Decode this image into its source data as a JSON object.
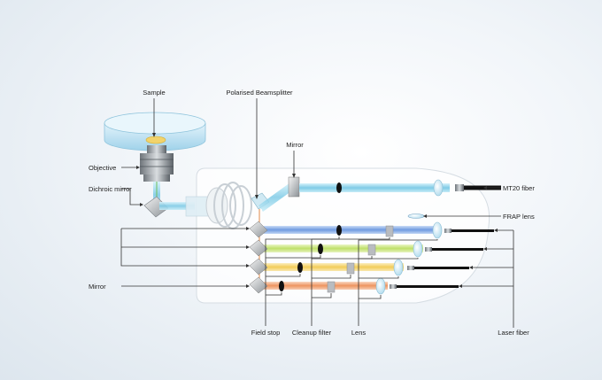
{
  "labels": {
    "sample": "Sample",
    "polarised_beamsplitter": "Polarised Beamsplitter",
    "mirror_top": "Mirror",
    "objective": "Objective",
    "dichroic_mirror": "Dichroic mirror",
    "mt20_fiber": "MT20 fiber",
    "frap_lens": "FRAP lens",
    "mirror_left": "Mirror",
    "field_stop": "Field stop",
    "cleanup_filter": "Cleanup filter",
    "lens": "Lens",
    "laser_fiber": "Laser fiber"
  },
  "colors": {
    "beam_cyan": "#8fd4ea",
    "beam_blue": "#7fa8e6",
    "beam_green": "#c8e47a",
    "beam_yellow": "#f4d36a",
    "beam_orange": "#f0a070",
    "housing": "#ffffff",
    "fiber": "#111111"
  }
}
